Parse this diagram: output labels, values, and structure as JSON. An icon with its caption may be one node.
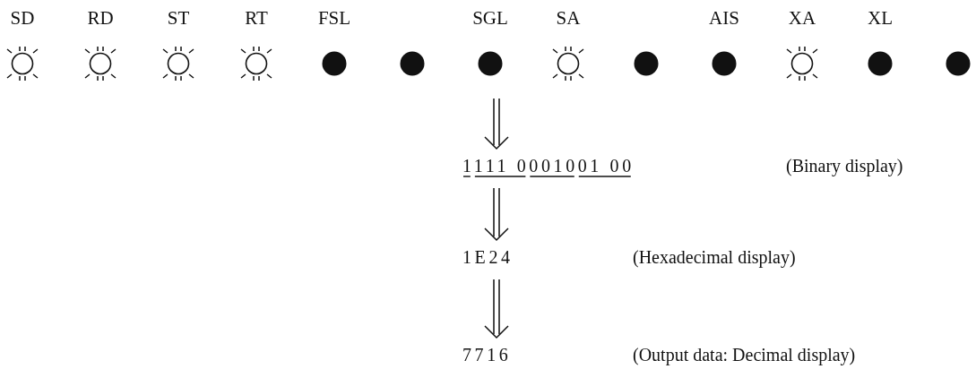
{
  "diagram": {
    "nodes": [
      {
        "text": [
          "SD"
        ]
      },
      {
        "text": [
          "RD"
        ]
      },
      {
        "text": [
          "ST"
        ]
      },
      {
        "text": [
          "RT"
        ]
      },
      {
        "text": [
          "FSL"
        ]
      },
      {
        "text": [],
        "shape": "circle"
      },
      {
        "text": [
          "SGL"
        ]
      },
      {
        "text": [
          "SA"
        ]
      },
      {
        "text": [],
        "shape": "circle"
      },
      {
        "text": [
          "AIS"
        ]
      },
      {
        "text": [
          "XA"
        ]
      },
      {
        "text": [
          "XL"
        ]
      },
      {
        "text": [],
        "shape": "circle"
      },
      {
        "text": [
          "1111 0001001 00"
        ],
        "beside": [
          "(Binary display)"
        ]
      },
      {
        "text": [
          "1E24"
        ],
        "beside": [
          "(Hexadecimal display)"
        ]
      },
      {
        "text": [
          "7716"
        ],
        "beside": [
          "(Output data: Decimal display)"
        ]
      }
    ],
    "edges": [
      {
        "from": null,
        "to": 13,
        "arrow": "to"
      },
      {
        "from": 13,
        "to": 14,
        "arrow": "to"
      },
      {
        "from": 14,
        "to": 15,
        "arrow": "to"
      }
    ]
  }
}
